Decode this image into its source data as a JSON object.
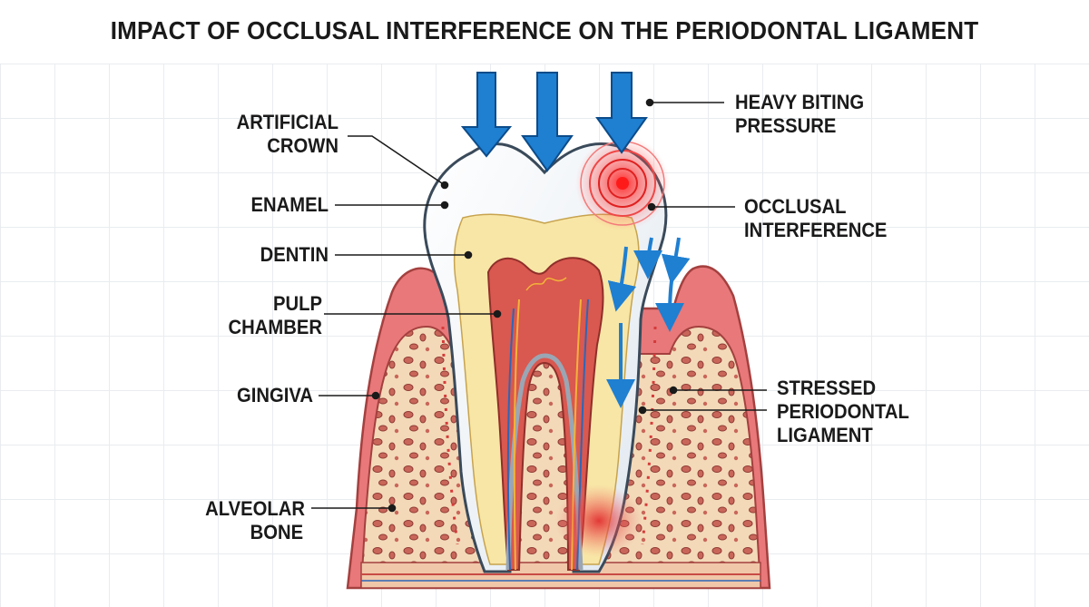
{
  "title": "IMPACT OF OCCLUSAL INTERFERENCE ON THE PERIODONTAL LIGAMENT",
  "labels": {
    "artificial_crown": [
      "ARTIFICIAL",
      "CROWN"
    ],
    "enamel": "ENAMEL",
    "dentin": "DENTIN",
    "pulp_chamber": [
      "PULP",
      "CHAMBER"
    ],
    "gingiva": "GINGIVA",
    "alveolar_bone": [
      "ALVEOLAR",
      "BONE"
    ],
    "heavy_biting_pressure": [
      "HEAVY BITING",
      "PRESSURE"
    ],
    "occlusal_interference": [
      "OCCLUSAL",
      "INTERFERENCE"
    ],
    "stressed_pdl": [
      "STRESSED",
      "PERIODONTAL",
      "LIGAMENT"
    ]
  },
  "colors": {
    "force_arrow": "#1f7fd1",
    "gingiva": "#e8787a",
    "bone": "#f3d9b8",
    "enamel": "#eef3f8",
    "dentin": "#f8e6a6",
    "pulp": "#d9584f",
    "stress": "#e02020"
  }
}
